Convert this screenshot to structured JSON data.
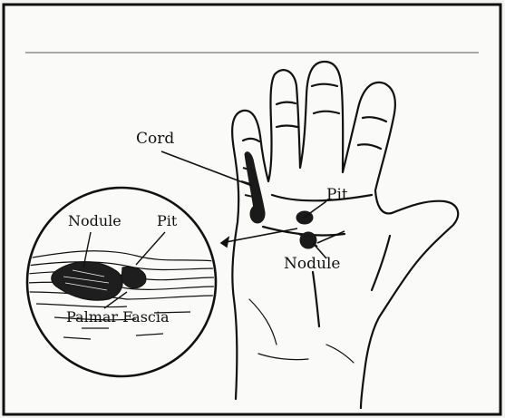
{
  "diagram": {
    "hand_labels": {
      "cord": "Cord",
      "pit": "Pit",
      "nodule": "Nodule"
    },
    "inset_labels": {
      "nodule": "Nodule",
      "pit": "Pit",
      "palmar_fascia": "Palmar Fascia"
    }
  }
}
